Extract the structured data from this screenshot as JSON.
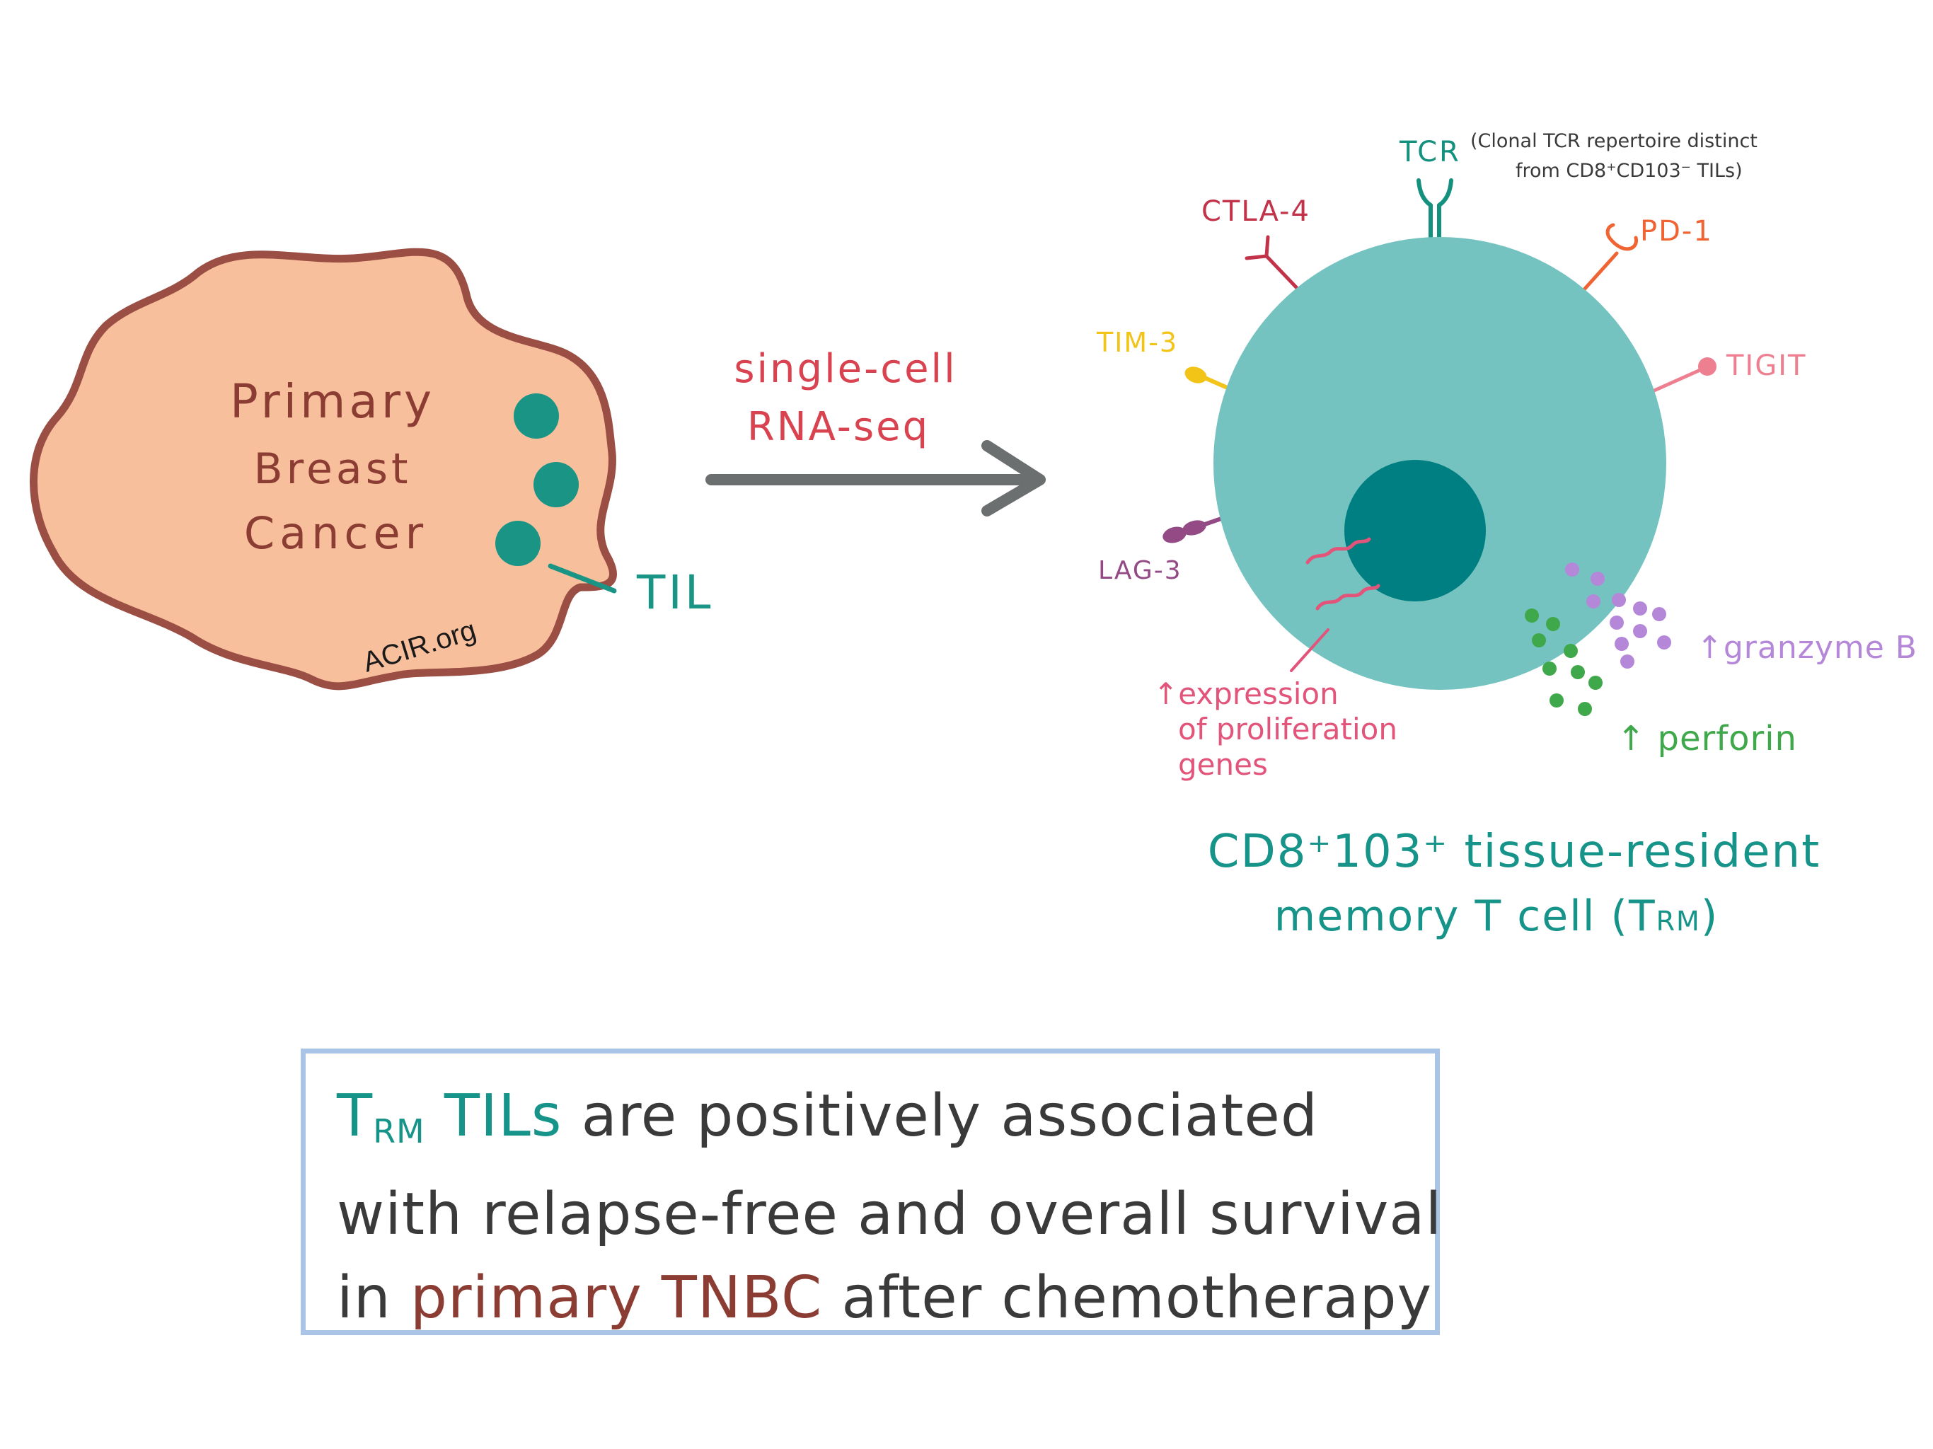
{
  "tumor": {
    "label_lines": [
      "Primary",
      "Breast",
      "Cancer"
    ],
    "til_label": "TIL",
    "watermark": "ACIR.org"
  },
  "method": {
    "line1": "single-cell",
    "line2": "RNA-seq"
  },
  "cell": {
    "receptors": {
      "tcr": "TCR",
      "tcr_note_line1": "(Clonal TCR repertoire distinct",
      "tcr_note_line2": "from CD8⁺CD103⁻ TILs)",
      "ctla4": "CTLA-4",
      "pd1": "PD-1",
      "tim3": "TIM-3",
      "tigit": "TIGIT",
      "lag3": "LAG-3"
    },
    "outputs": {
      "granzyme": "↑granzyme B",
      "perforin": "↑ perforin",
      "prolif_line1": "↑expression",
      "prolif_line2": "of proliferation",
      "prolif_line3": "genes"
    },
    "caption_line1": "CD8⁺103⁺ tissue-resident",
    "caption_line2_text": "memory T cell (T",
    "caption_line2_sub": "RM",
    "caption_line2_close": ")"
  },
  "summary": {
    "line1": {
      "t": "T",
      "t_sub": "RM",
      "tils": " TILs",
      "rest": "  are positively associated"
    },
    "line2": "with relapse-free and overall survival",
    "line3": {
      "pre": "in ",
      "highlight": "primary TNBC",
      "post": "  after chemotherapy"
    }
  },
  "colors": {
    "tumor_fill": "#f8bf9c",
    "tumor_outline": "#9b4e44",
    "til": "#1a9585",
    "arrow": "#6b6f70",
    "cell_body": "#75c3c0",
    "nucleus": "#007f82",
    "tcr": "#14907f",
    "ctla4": "#c2334a",
    "pd1": "#ef6432",
    "tim3": "#f2c418",
    "tigit": "#ee7f90",
    "lag3": "#944a85",
    "granzyme": "#b487d9",
    "perforin": "#3fa84a",
    "prolif": "#e2547a",
    "method_text": "#d8434f",
    "caption": "#16948a",
    "box_border": "#a9c4e6"
  }
}
